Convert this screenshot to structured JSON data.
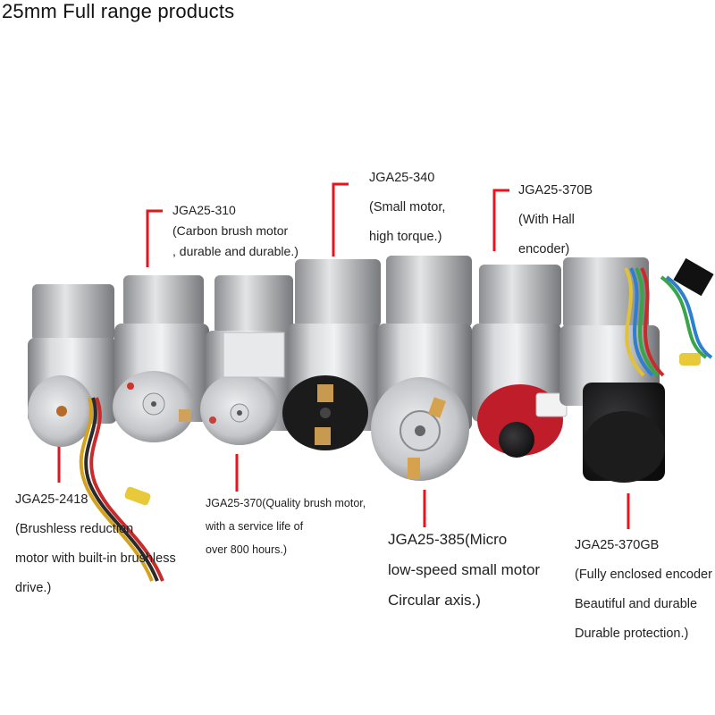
{
  "title": "25mm Full range products",
  "accent_color": "#e8131b",
  "labels": {
    "jga25_310": [
      "JGA25-310",
      "(Carbon brush motor",
      ", durable and durable.)"
    ],
    "jga25_340": [
      "JGA25-340",
      "(Small motor,",
      "high torque.)"
    ],
    "jga25_370b": [
      "JGA25-370B",
      "(With Hall",
      "encoder)"
    ],
    "jga25_2418": [
      "JGA25-2418",
      "(Brushless reduction",
      "motor with built-in brushless",
      "drive.)"
    ],
    "jga25_370": [
      "JGA25-370(Quality brush motor,",
      "with a service life of",
      "over 800 hours.)"
    ],
    "jga25_385": [
      "JGA25-385(Micro",
      "low-speed small motor",
      "Circular axis.)"
    ],
    "jga25_370gb": [
      "JGA25-370GB",
      "(Fully enclosed encoder",
      "Beautiful and durable",
      "Durable protection.)"
    ]
  }
}
